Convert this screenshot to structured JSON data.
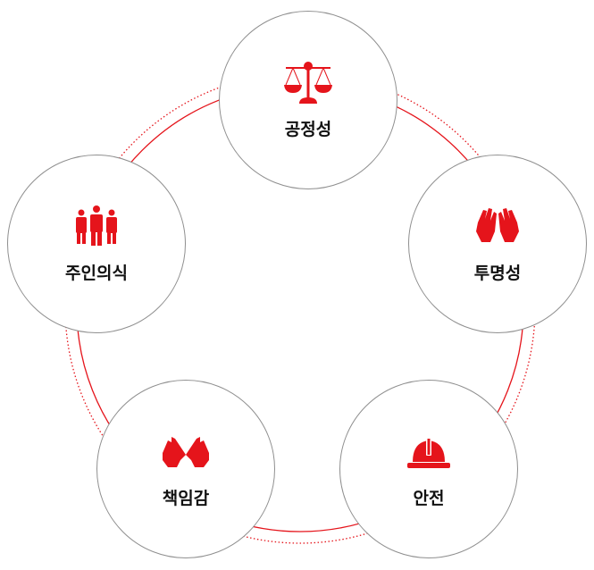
{
  "accent": "#e5141b",
  "values": [
    {
      "label": "공정성",
      "icon": "scales-icon"
    },
    {
      "label": "투명성",
      "icon": "clapping-hands-icon"
    },
    {
      "label": "안전",
      "icon": "hard-hat-icon"
    },
    {
      "label": "책임감",
      "icon": "pinky-promise-icon"
    },
    {
      "label": "주인의식",
      "icon": "people-group-icon"
    }
  ]
}
